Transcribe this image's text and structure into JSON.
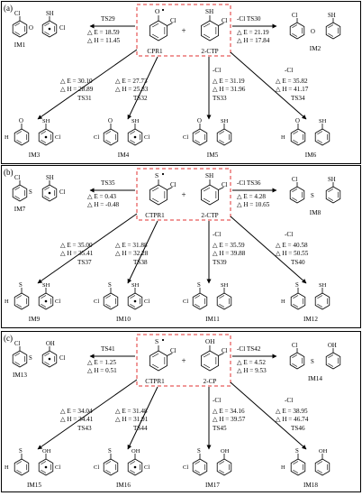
{
  "panels": [
    {
      "letter": "(a)",
      "center_left": "CPR1",
      "center_right": "2-CTP",
      "plus": "+",
      "left_ts": "TS29",
      "left_e": "△ E = 18.59",
      "left_h": "△ H = 11.45",
      "right_ts": "-Cl  TS30",
      "right_e": "△ E = 21.19",
      "right_h": "△ H = 17.84",
      "d1_e": "△ E = 30.10",
      "d1_h": "△ H = 28.89",
      "d1_ts": "TS31",
      "d2_e": "△ E = 27.73",
      "d2_h": "△ H = 25.83",
      "d2_ts": "TS32",
      "d3_cl": "-Cl",
      "d3_e": "△ E = 31.19",
      "d3_h": "△ H = 31.96",
      "d3_ts": "TS33",
      "d4_cl": "-Cl",
      "d4_e": "△ E = 35.82",
      "d4_h": "△ H = 41.17",
      "d4_ts": "TS34",
      "im_top_left": "IM1",
      "im_top_right": "IM2",
      "im_bottom": [
        "IM3",
        "IM4",
        "IM5",
        "IM6"
      ],
      "atoms": {
        "c_left_sub": "O",
        "c_right_sub": "SH",
        "c_cl": "Cl",
        "tl_a": "Cl",
        "tl_link": "O",
        "tl_b": "SH",
        "tl_c": "Cl",
        "tr_a": "Cl",
        "tr_link": "O",
        "tr_b": "SH",
        "b_top": [
          "O",
          "O",
          "O",
          "O"
        ],
        "b_side": [
          "SH",
          "SH",
          "SH",
          "SH"
        ],
        "b_h": [
          "H",
          "Cl",
          "Cl",
          "H"
        ],
        "b_cl": [
          "Cl",
          "Cl",
          "Cl",
          "Cl"
        ]
      }
    },
    {
      "letter": "(b)",
      "center_left": "CTPR1",
      "center_right": "2-CTP",
      "plus": "+",
      "left_ts": "TS35",
      "left_e": "△ E = 0.43",
      "left_h": "△ H = -0.48",
      "right_ts": "-Cl  TS36",
      "right_e": "△ E = 4.28",
      "right_h": "△ H = 10.65",
      "d1_e": "△ E = 35.00",
      "d1_h": "△ H = 35.41",
      "d1_ts": "TS37",
      "d2_e": "△ E = 31.88",
      "d2_h": "△ H = 32.28",
      "d2_ts": "TS38",
      "d3_cl": "-Cl",
      "d3_e": "△ E = 35.59",
      "d3_h": "△ H = 39.88",
      "d3_ts": "TS39",
      "d4_cl": "-Cl",
      "d4_e": "△ E = 40.58",
      "d4_h": "△ H = 50.55",
      "d4_ts": "TS40",
      "im_top_left": "IM7",
      "im_top_right": "IM8",
      "im_bottom": [
        "IM9",
        "IM10",
        "IM11",
        "IM12"
      ],
      "atoms": {
        "c_left_sub": "S",
        "c_right_sub": "SH",
        "c_cl": "Cl",
        "tl_a": "Cl",
        "tl_link": "S",
        "tl_b": "SH",
        "tl_c": "Cl",
        "tr_a": "Cl",
        "tr_link": "S",
        "tr_b": "SH",
        "b_top": [
          "S",
          "S",
          "S",
          "S"
        ],
        "b_side": [
          "SH",
          "SH",
          "SH",
          "SH"
        ],
        "b_h": [
          "H",
          "Cl",
          "Cl",
          "H"
        ],
        "b_cl": [
          "Cl",
          "Cl",
          "Cl",
          "Cl"
        ]
      }
    },
    {
      "letter": "(c)",
      "center_left": "CTPR1",
      "center_right": "2-CP",
      "plus": "+",
      "left_ts": "TS41",
      "left_e": "△ E = 1.25",
      "left_h": "△ H = 0.51",
      "right_ts": "-Cl  TS42",
      "right_e": "△ E = 4.52",
      "right_h": "△ H = 9.53",
      "d1_e": "△ E = 34.04",
      "d1_h": "△ H = 34.41",
      "d1_ts": "TS43",
      "d2_e": "△ E = 31.48",
      "d2_h": "△ H = 31.91",
      "d2_ts": "TS44",
      "d3_cl": "-Cl",
      "d3_e": "△ E = 34.16",
      "d3_h": "△ H = 39.57",
      "d3_ts": "TS45",
      "d4_cl": "-Cl",
      "d4_e": "△ E = 38.95",
      "d4_h": "△ H = 46.74",
      "d4_ts": "TS46",
      "im_top_left": "IM13",
      "im_top_right": "IM14",
      "im_bottom": [
        "IM15",
        "IM16",
        "IM17",
        "IM18"
      ],
      "atoms": {
        "c_left_sub": "S",
        "c_right_sub": "OH",
        "c_cl": "Cl",
        "tl_a": "Cl",
        "tl_link": "S",
        "tl_b": "OH",
        "tl_c": "Cl",
        "tr_a": "Cl",
        "tr_link": "S",
        "tr_b": "OH",
        "b_top": [
          "S",
          "S",
          "S",
          "S"
        ],
        "b_side": [
          "OH",
          "OH",
          "OH",
          "OH"
        ],
        "b_h": [
          "H",
          "Cl",
          "Cl",
          "H"
        ],
        "b_cl": [
          "Cl",
          "Cl",
          "Cl",
          "Cl"
        ]
      }
    }
  ],
  "colors": {
    "frame": "#000000",
    "dashed_box": "#e03030",
    "structure": "#000000"
  }
}
